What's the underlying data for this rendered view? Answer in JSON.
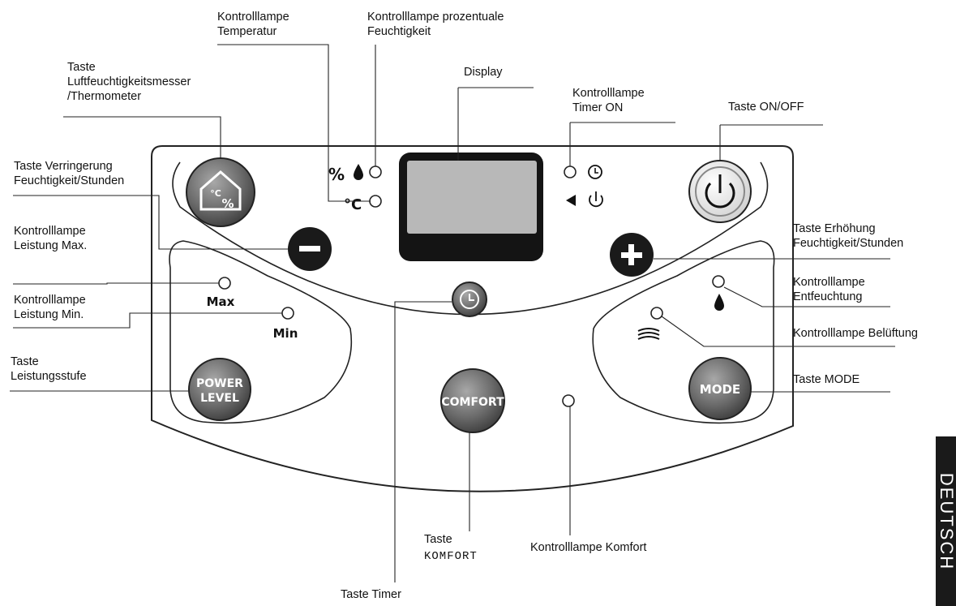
{
  "callouts": {
    "temp_lamp": "Kontrolllampe\nTemperatur",
    "humidity_lamp": "Kontrolllampe prozentuale\nFeuchtigkeit",
    "display": "Display",
    "hygro_button": "Taste\nLuftfeuchtigkeitsmesser\n/Thermometer",
    "timer_on_lamp": "Kontrolllampe\nTimer ON",
    "onoff_button": "Taste ON/OFF",
    "decrease_button": "Taste Verringerung\nFeuchtigkeit/Stunden",
    "max_lamp": "Kontrolllampe\nLeistung Max.",
    "min_lamp": "Kontrolllampe\nLeistung Min.",
    "power_level_button": "Taste\nLeistungsstufe",
    "increase_button": "Taste Erhöhung\nFeuchtigkeit/Stunden",
    "dehumid_lamp": "Kontrolllampe\nEntfeuchtung",
    "vent_lamp": "Kontrolllampe Belüftung",
    "mode_button": "Taste MODE",
    "comfort_button_line1": "Taste",
    "comfort_button_line2": "KOMFORT",
    "comfort_lamp": "Kontrolllampe Komfort",
    "timer_button": "Taste Timer"
  },
  "panel": {
    "max_label": "Max",
    "min_label": "Min",
    "power_level_line1": "POWER",
    "power_level_line2": "LEVEL",
    "comfort_label": "COMFORT",
    "mode_label": "MODE",
    "percent_symbol": "%",
    "celsius_symbol": "°C",
    "hygro_percent": "%",
    "hygro_celsius": "°C"
  },
  "side_tab": "DEUTSCH",
  "colors": {
    "button_dark": "#1a1a1a",
    "button_grey": "#6e6e6e",
    "display_screen": "#b8b8b8",
    "display_bezel": "#141414"
  }
}
